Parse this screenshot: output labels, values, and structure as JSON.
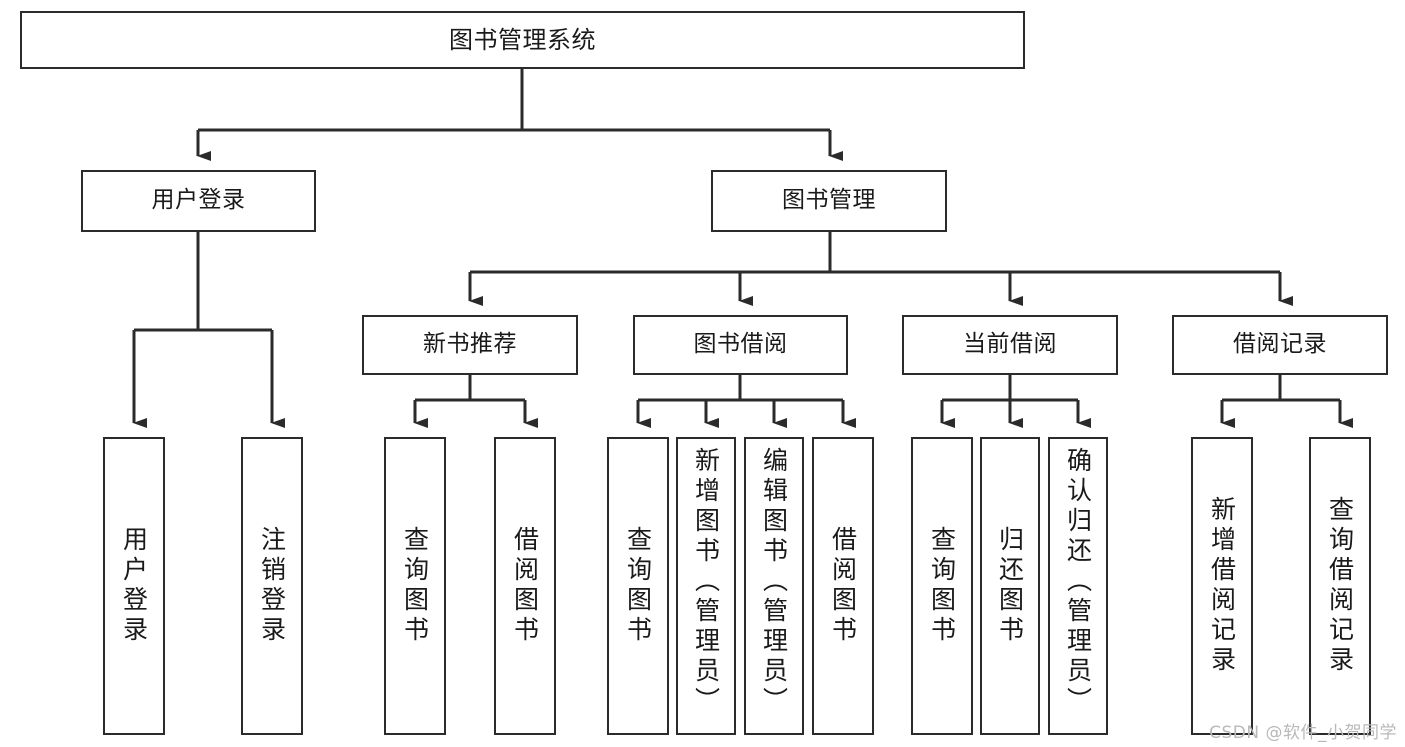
{
  "diagram": {
    "title": "图书管理系统",
    "type": "tree",
    "stroke_color": "#2b2b2b",
    "fill_color": "#ffffff",
    "text_color": "#1a1a1a"
  },
  "nodes": {
    "root": {
      "label": "图书管理系统"
    },
    "level2": [
      {
        "label": "用户登录"
      },
      {
        "label": "图书管理"
      }
    ],
    "level3": [
      {
        "label": "新书推荐"
      },
      {
        "label": "图书借阅"
      },
      {
        "label": "当前借阅"
      },
      {
        "label": "借阅记录"
      }
    ],
    "leaves": {
      "user_login": [
        {
          "label": "用户登录"
        },
        {
          "label": "注销登录"
        }
      ],
      "new_book": [
        {
          "label": "查询图书"
        },
        {
          "label": "借阅图书"
        }
      ],
      "book_borrow": [
        {
          "label": "查询图书"
        },
        {
          "label": "新增图书（管理员）"
        },
        {
          "label": "编辑图书（管理员）"
        },
        {
          "label": "借阅图书"
        }
      ],
      "current_borrow": [
        {
          "label": "查询图书"
        },
        {
          "label": "归还图书"
        },
        {
          "label": "确认归还（管理员）"
        }
      ],
      "borrow_record": [
        {
          "label": "新增借阅记录"
        },
        {
          "label": "查询借阅记录"
        }
      ]
    }
  },
  "watermark": {
    "text": "CSDN @软件_小贺同学"
  }
}
